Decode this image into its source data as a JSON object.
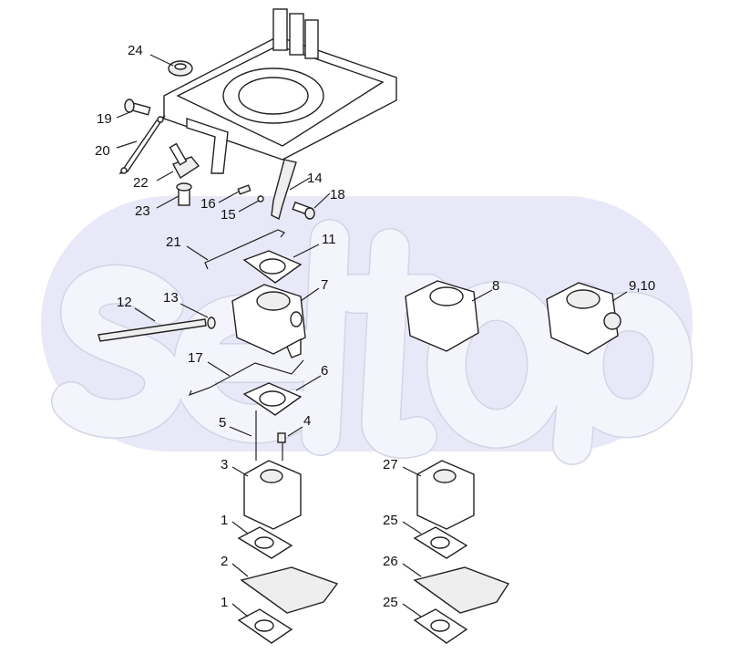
{
  "watermark": "seltop",
  "colors": {
    "watermark_band": "#e8e8f8",
    "ink": "#222222"
  },
  "callouts": [
    "24",
    "19",
    "20",
    "22",
    "23",
    "16",
    "15",
    "14",
    "18",
    "21",
    "11",
    "12",
    "13",
    "7",
    "8",
    "9,10",
    "17",
    "6",
    "5",
    "4",
    "3",
    "27",
    "1",
    "25",
    "2",
    "26",
    "1",
    "25"
  ]
}
